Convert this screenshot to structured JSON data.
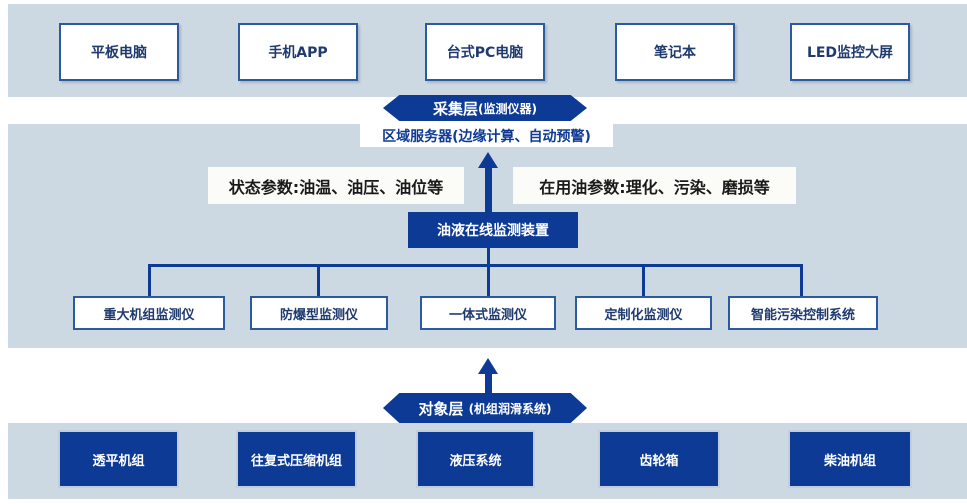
{
  "palette": {
    "band": "#cdd9e2",
    "navy": "#0c3a94",
    "white_box_border": "#2b5a9e",
    "white_box_text": "#1e3a6e",
    "param_label_bg": "#fbfbf7",
    "param_label_text": "#1a1a1a"
  },
  "top_row": {
    "items": [
      "平板电脑",
      "手机APP",
      "台式PC电脑",
      "笔记本",
      "LED监控大屏"
    ]
  },
  "collection_banner": {
    "title": "采集层",
    "subtitle": "(监测仪器)"
  },
  "server_label": "区域服务器(边缘计算、自动预警)",
  "parameters": {
    "left": "状态参数:油温、油压、油位等",
    "right": "在用油参数:理化、污染、磨损等"
  },
  "monitor_device": "油液在线监测装置",
  "monitor_row": {
    "items": [
      "重大机组监测仪",
      "防爆型监测仪",
      "一体式监测仪",
      "定制化监测仪",
      "智能污染控制系统"
    ]
  },
  "object_banner": {
    "title": "对象层",
    "subtitle": "(机组润滑系统)"
  },
  "bottom_row": {
    "items": [
      "透平机组",
      "往复式压缩机组",
      "液压系统",
      "齿轮箱",
      "柴油机组"
    ]
  }
}
